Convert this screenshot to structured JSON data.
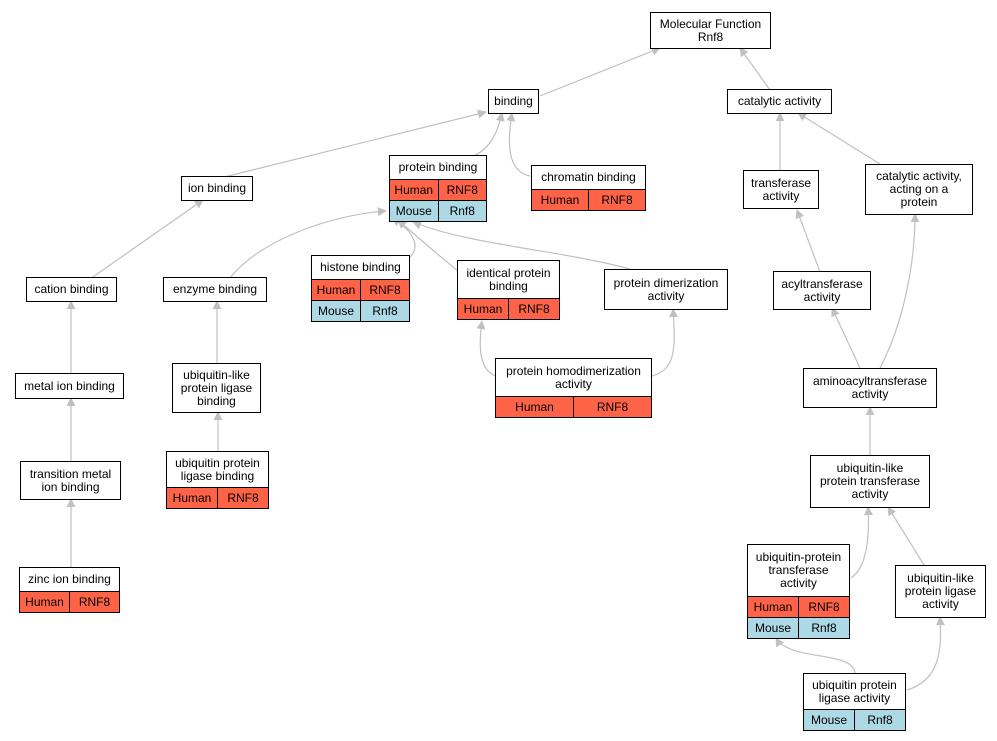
{
  "colors": {
    "human": "#ff6347",
    "mouse": "#add8e6",
    "edge": "#c0c0c0",
    "border": "#000000"
  },
  "nodes": [
    {
      "id": "mf",
      "label": "Molecular Function\nRnf8",
      "rows": []
    },
    {
      "id": "binding",
      "label": "binding",
      "rows": []
    },
    {
      "id": "catalytic",
      "label": "catalytic activity",
      "rows": []
    },
    {
      "id": "protein_binding",
      "label": "protein binding",
      "rows": [
        {
          "species": "Human",
          "gene": "RNF8"
        },
        {
          "species": "Mouse",
          "gene": "Rnf8"
        }
      ]
    },
    {
      "id": "chromatin_binding",
      "label": "chromatin binding",
      "rows": [
        {
          "species": "Human",
          "gene": "RNF8"
        }
      ]
    },
    {
      "id": "ion_binding",
      "label": "ion binding",
      "rows": []
    },
    {
      "id": "transferase",
      "label": "transferase\nactivity",
      "rows": []
    },
    {
      "id": "cat_on_protein",
      "label": "catalytic activity,\nacting on a\nprotein",
      "rows": []
    },
    {
      "id": "cation_binding",
      "label": "cation binding",
      "rows": []
    },
    {
      "id": "enzyme_binding",
      "label": "enzyme binding",
      "rows": []
    },
    {
      "id": "histone_binding",
      "label": "histone binding",
      "rows": [
        {
          "species": "Human",
          "gene": "RNF8"
        },
        {
          "species": "Mouse",
          "gene": "Rnf8"
        }
      ]
    },
    {
      "id": "identical_protein_binding",
      "label": "identical protein\nbinding",
      "rows": [
        {
          "species": "Human",
          "gene": "RNF8"
        }
      ]
    },
    {
      "id": "protein_dimerization",
      "label": "protein dimerization\nactivity",
      "rows": []
    },
    {
      "id": "acyltransferase",
      "label": "acyltransferase\nactivity",
      "rows": []
    },
    {
      "id": "metal_ion_binding",
      "label": "metal ion binding",
      "rows": []
    },
    {
      "id": "ubl_ligase_binding",
      "label": "ubiquitin-like\nprotein ligase\nbinding",
      "rows": []
    },
    {
      "id": "protein_homodimerization",
      "label": "protein homodimerization\nactivity",
      "rows": [
        {
          "species": "Human",
          "gene": "RNF8"
        }
      ]
    },
    {
      "id": "aminoacyltransferase",
      "label": "aminoacyltransferase\nactivity",
      "rows": []
    },
    {
      "id": "transition_metal",
      "label": "transition metal\nion binding",
      "rows": []
    },
    {
      "id": "ub_ligase_binding",
      "label": "ubiquitin protein\nligase binding",
      "rows": [
        {
          "species": "Human",
          "gene": "RNF8"
        }
      ]
    },
    {
      "id": "ubl_transferase",
      "label": "ubiquitin-like\nprotein transferase\nactivity",
      "rows": []
    },
    {
      "id": "ub_protein_transferase",
      "label": "ubiquitin-protein\ntransferase\nactivity",
      "rows": [
        {
          "species": "Human",
          "gene": "RNF8"
        },
        {
          "species": "Mouse",
          "gene": "Rnf8"
        }
      ]
    },
    {
      "id": "ubl_ligase_activity",
      "label": "ubiquitin-like\nprotein ligase\nactivity",
      "rows": []
    },
    {
      "id": "zinc_ion_binding",
      "label": "zinc ion binding",
      "rows": [
        {
          "species": "Human",
          "gene": "RNF8"
        }
      ]
    },
    {
      "id": "ub_ligase_activity",
      "label": "ubiquitin protein\nligase activity",
      "rows": [
        {
          "species": "Mouse",
          "gene": "Rnf8"
        }
      ]
    }
  ]
}
